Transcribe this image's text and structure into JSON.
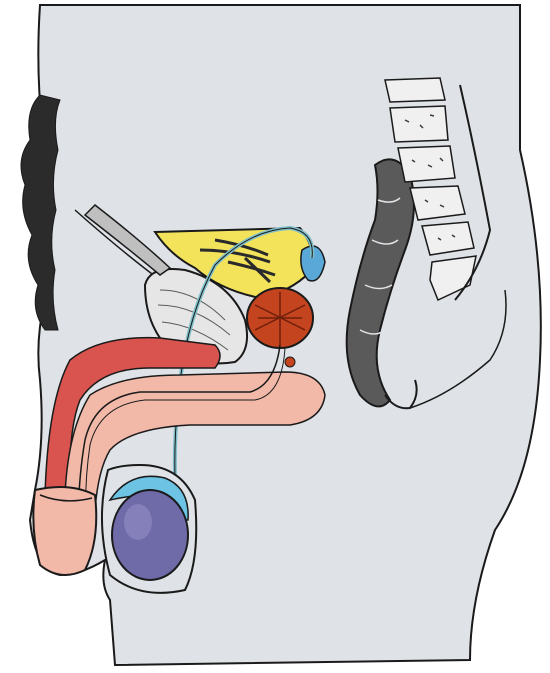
{
  "figure": {
    "colors": {
      "background": "#ffffff",
      "body": "#dfe2e6",
      "outline": "#1a1a1a",
      "hair": "#2b2b2b",
      "bladder": "#e6e6e6",
      "seminal_vesicle": "#f2e35a",
      "prostate": "#c4441f",
      "cowper_gland": "#5aa8d8",
      "vas_deferens": "#7fbfc9",
      "erectile_tissue_dark": "#d9544f",
      "erectile_tissue_light": "#f2b8a8",
      "testis": "#6f6aa8",
      "epididymis": "#6cc3e3",
      "rectum": "#5a5a5a",
      "vertebrae": "#f0f0f0"
    },
    "structures": [
      "body-silhouette",
      "pubic-hair",
      "bladder",
      "seminal-vesicle",
      "prostate",
      "bulbourethral-gland",
      "vas-deferens",
      "urethra",
      "corpus-cavernosum",
      "corpus-spongiosum",
      "glans",
      "testis",
      "epididymis",
      "scrotum",
      "rectum",
      "sacrum-coccyx"
    ]
  }
}
